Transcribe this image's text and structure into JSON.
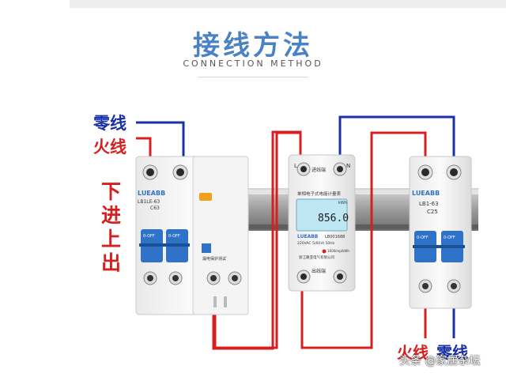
{
  "header": {
    "title": "接线方法",
    "subtitle": "CONNECTION METHOD"
  },
  "labels": {
    "neutral_in": "零线",
    "live_in": "火线",
    "down_in_up_out": "下进上出",
    "live_out": "火线",
    "neutral_out": "零线"
  },
  "devices": {
    "rcbo": {
      "brand": "LUEABB",
      "model": "LB1LE-63",
      "rating": "C63",
      "switch_label": "0-OFF",
      "test_label": "漏电保护测试"
    },
    "meter": {
      "terminal_L": "L",
      "terminal_N": "N",
      "inlet_label": "进线端",
      "outlet_label": "出线端",
      "name": "单相电子式电能计量表",
      "unit": "kWh",
      "reading": "856.0",
      "brand": "LUEABB",
      "model": "LB001688",
      "spec": "220VAC 5(60)A 50Hz",
      "pulse": "1600imp/kWh",
      "maker": "浙江路亚电气有限公司"
    },
    "mcb": {
      "brand": "LUEABB",
      "model": "LB1-63",
      "rating": "C25",
      "switch_label": "0-OFF"
    }
  },
  "watermark": "头条 @家居杂坛",
  "colors": {
    "live_wire": "#d62020",
    "neutral_wire": "#1a2fa8",
    "title": "#4a82c3",
    "handle": "#2f73c9",
    "meter_screen": "#bfe6f3"
  }
}
